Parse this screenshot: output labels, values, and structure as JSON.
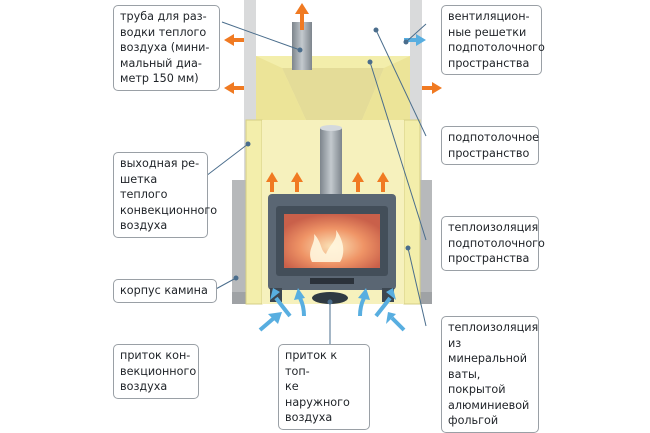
{
  "colors": {
    "background": "#ffffff",
    "wall_gray": "#b7b9bb",
    "wall_gray_dark": "#9fa2a5",
    "insulation": "#f3eeab",
    "hood_interior": "#e4dc98",
    "firebox_body": "#5a6673",
    "chimney_steel": "#9ba3aa",
    "glass_fire": "#e8815a",
    "hot_arrow": "#f07a22",
    "cold_arrow": "#58aee0",
    "leader_line": "#4a6d8c",
    "callout_border": "#9aa0a6",
    "text": "#1e2227"
  },
  "icons": [
    "hot-air-arrow",
    "cold-air-arrow",
    "leader-dot"
  ],
  "labels": {
    "pipe": "труба для раз-\nводки теплого\nвоздуха (мини-\nмальный диа-\nметр 150 мм)",
    "outlet_grille": "выходная ре-\nшетка теплого\nконвекционного\nвоздуха",
    "body": "корпус камина",
    "conv_inflow": "приток кон-\nвекционного\nвоздуха",
    "outside_inflow": "приток к топ-\nке наружного\nвоздуха",
    "vent_grilles": "вентиляцион-\nные решетки\nподпотолочного\nпространства",
    "ceiling_space": "подпотолочное\nпространство",
    "ceiling_insulation": "теплоизоляция\nподпотолочного\nпространства",
    "mineral_insulation": "теплоизоляция\nиз минеральной\nваты, покрытой\nалюминиевой\nфольгой"
  }
}
